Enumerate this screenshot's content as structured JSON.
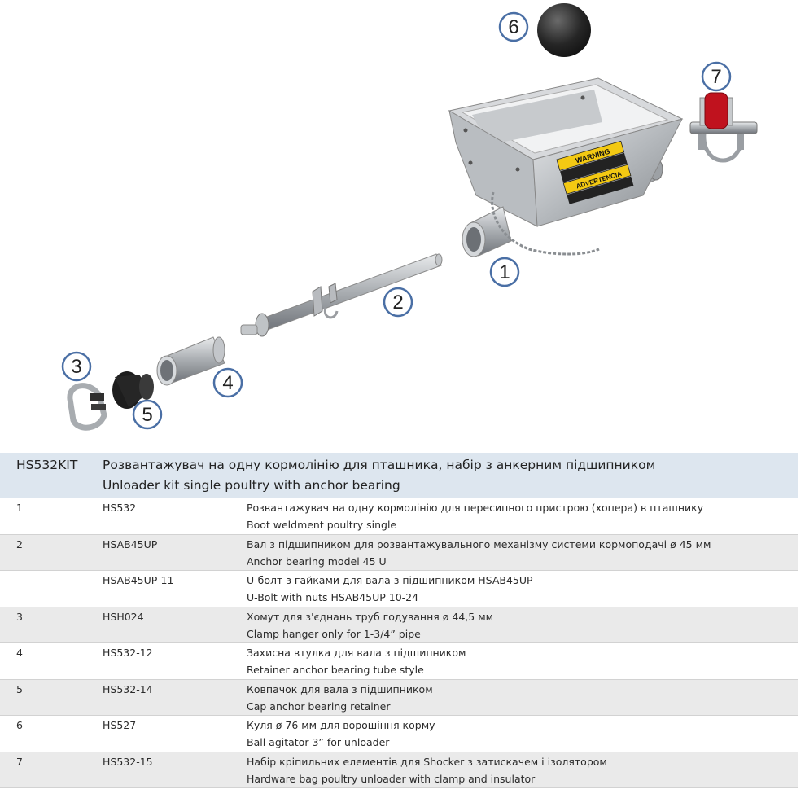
{
  "callouts": [
    "1",
    "2",
    "3",
    "4",
    "5",
    "6",
    "7"
  ],
  "warning_labels": [
    "WARNING",
    "ADVERTENCIA"
  ],
  "header": {
    "code": "HS532KIT",
    "title_ua": "Розвантажувач на одну кормолінію для пташника, набір з анкерним підшипником",
    "title_en": "Unloader kit single poultry with anchor bearing"
  },
  "rows": [
    {
      "idx": "1",
      "code": "HS532",
      "ua": "Розвантажувач на одну кормолінію для пересипного пристрою (хопера) в пташнику",
      "en": "Boot weldment poultry single"
    },
    {
      "idx": "2",
      "code": "HSAB45UP",
      "ua": "Вал з підшипником для розвантажувального механізму системи кормоподачі ø 45 мм",
      "en": "Anchor bearing model 45 U"
    },
    {
      "idx": "",
      "code": "HSAB45UP-11",
      "ua": "U-болт з гайками для вала з підшипником HSAB45UP",
      "en": "U-Bolt with nuts  HSAB45UP 10-24"
    },
    {
      "idx": "3",
      "code": "HSH024",
      "ua": "Хомут для з'єднань труб годування ø 44,5 мм",
      "en": "Clamp hanger only for 1-3/4”  pipe"
    },
    {
      "idx": "4",
      "code": "HS532-12",
      "ua": "Захисна втулка для вала з підшипником",
      "en": "Retainer anchor bearing tube style"
    },
    {
      "idx": "5",
      "code": "HS532-14",
      "ua": "Ковпачок для вала з підшипником",
      "en": "Cap anchor bearing retainer"
    },
    {
      "idx": "6",
      "code": "HS527",
      "ua": "Куля ø 76 мм для ворошіння корму",
      "en": "Ball agitator 3” for unloader"
    },
    {
      "idx": "7",
      "code": "HS532-15",
      "ua": "Набір кріпильних елементів для Shocker з затискачем і ізолятором",
      "en": "Hardware bag poultry unloader with clamp and insulator"
    }
  ]
}
